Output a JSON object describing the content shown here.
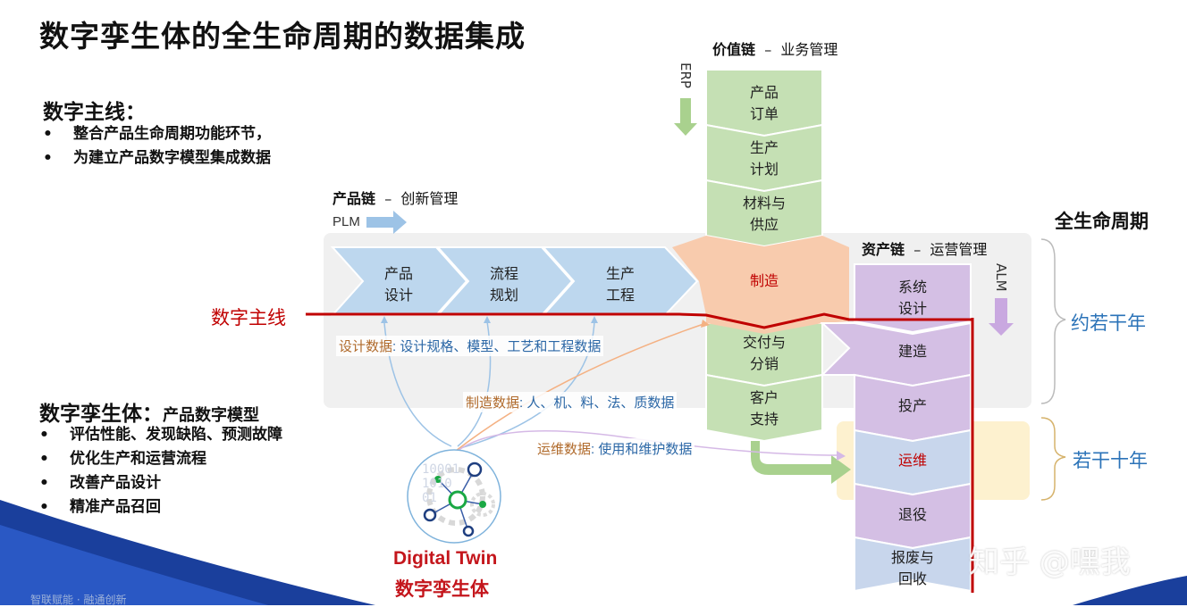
{
  "title": "数字孪生体的全生命周期的数据集成",
  "digital_thread": {
    "heading": "数字主线：",
    "bullets": [
      "整合产品生命周期功能环节，",
      "为建立产品数字模型集成数据"
    ],
    "label": "数字主线"
  },
  "digital_twin": {
    "heading": "数字孪生体：",
    "subheading": "产品数字模型",
    "bullets": [
      "评估性能、发现缺陷、预测故障",
      "优化生产和运营流程",
      "改善产品设计",
      "精准产品召回"
    ],
    "en_label": "Digital Twin",
    "zh_label": "数字孪生体",
    "binary_text": [
      "10001",
      "1010",
      "01"
    ]
  },
  "value_chain": {
    "name": "价值链",
    "dash": "–",
    "desc": "业务管理",
    "system": "ERP",
    "steps": [
      [
        "产品",
        "订单"
      ],
      [
        "生产",
        "计划"
      ],
      [
        "材料与",
        "供应"
      ]
    ],
    "lower_steps": [
      [
        "交付与",
        "分销"
      ],
      [
        "客户",
        "支持"
      ]
    ]
  },
  "product_chain": {
    "name": "产品链",
    "dash": "–",
    "desc": "创新管理",
    "system": "PLM",
    "steps": [
      [
        "产品",
        "设计"
      ],
      [
        "流程",
        "规划"
      ],
      [
        "生产",
        "工程"
      ]
    ],
    "manufacturing": "制造"
  },
  "asset_chain": {
    "name": "资产链",
    "dash": "–",
    "desc": "运营管理",
    "system": "ALM",
    "steps": [
      [
        "系统",
        "设计"
      ],
      [
        "建造"
      ],
      [
        "投产"
      ],
      [
        "运维"
      ],
      [
        "退役"
      ],
      [
        "报废与",
        "回收"
      ]
    ]
  },
  "data_labels": {
    "design": {
      "key": "设计数据",
      "value": "设计规格、模型、工艺和工程数据"
    },
    "manufacturing": {
      "key": "制造数据",
      "value": "人、机、料、法、质数据"
    },
    "operations": {
      "key": "运维数据",
      "value": "使用和维护数据"
    }
  },
  "lifecycle": {
    "heading": "全生命周期",
    "span1": "约若干年",
    "span2": "若干十年"
  },
  "watermark": "知乎 @嘿我",
  "footer": "智联赋能  ·  融通创新",
  "colors": {
    "value_green": "#c5e0b4",
    "product_blue": "#bdd7ee",
    "manufacturing_orange": "#f8cbad",
    "asset_purple": "#d4bfe4",
    "thread_red": "#c00000",
    "ops_yellow": "#fdf1cf",
    "lifecycle_blue": "#2b73b8"
  }
}
